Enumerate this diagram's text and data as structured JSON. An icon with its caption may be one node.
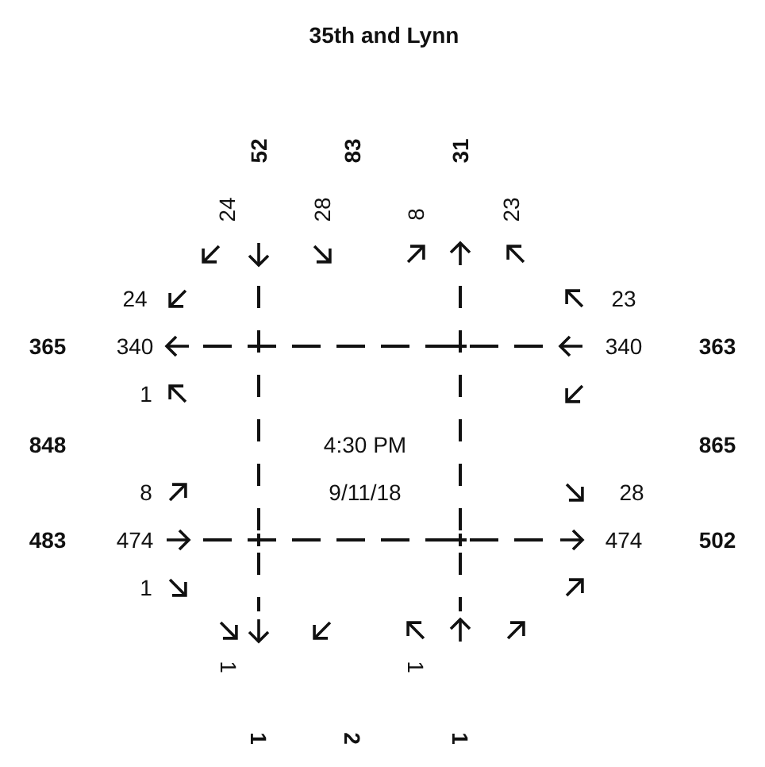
{
  "diagram": {
    "title": "35th and Lynn",
    "labels": [
      "52",
      "83",
      "31",
      "24",
      "28",
      "8",
      "23",
      "24",
      "23",
      "365",
      "340",
      "340",
      "363",
      "1",
      "848",
      "4:30 PM",
      "865",
      "8",
      "9/11/18",
      "28",
      "483",
      "474",
      "474",
      "502",
      "1",
      "1",
      "1",
      "1",
      "2",
      "1"
    ]
  }
}
